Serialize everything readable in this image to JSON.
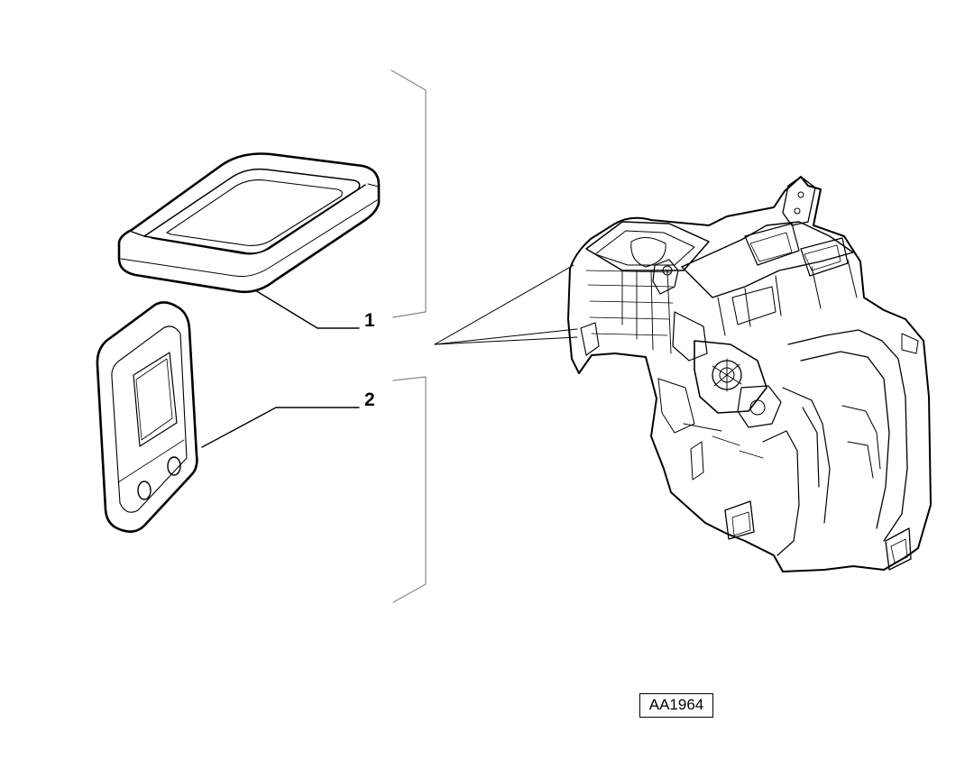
{
  "callouts": [
    {
      "number": "1",
      "part": "gasket-frame"
    },
    {
      "number": "2",
      "part": "seal-pad"
    }
  ],
  "drawing_code": "AA1964",
  "line_color": "#000000",
  "bracket_color": "#888888"
}
